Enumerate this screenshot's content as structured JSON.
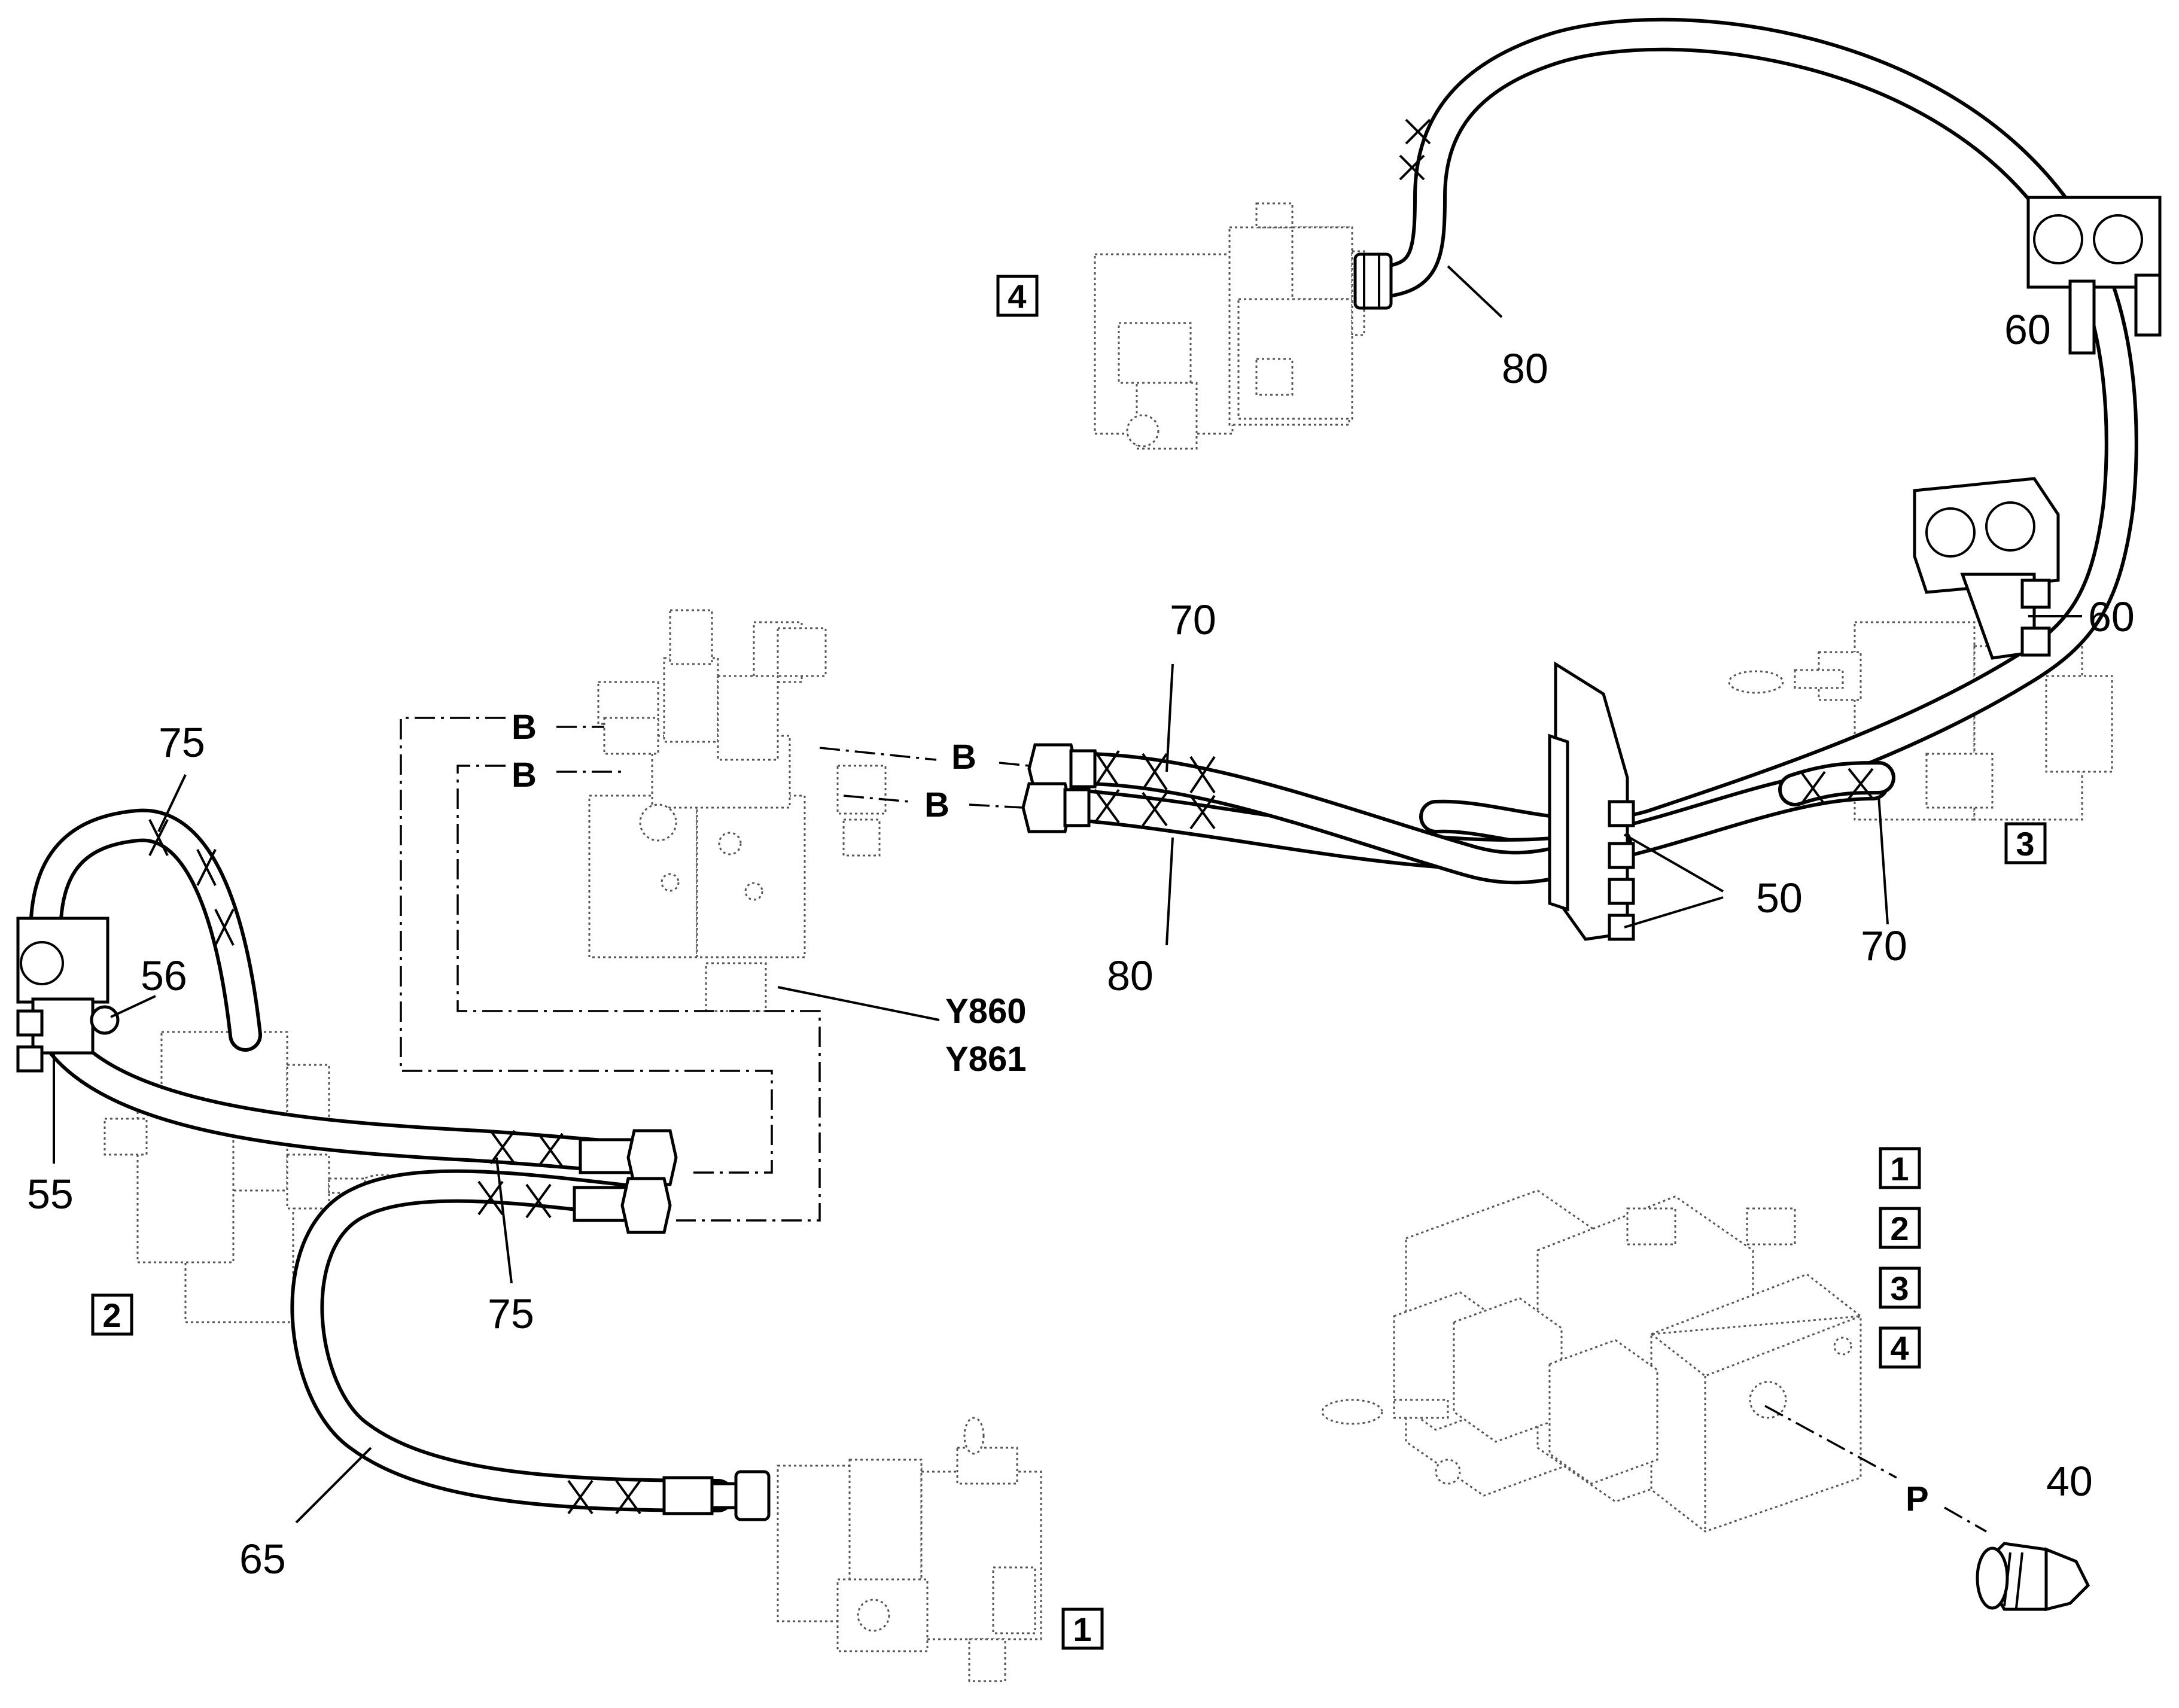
{
  "callouts": {
    "c80_top": "80",
    "c60_top": "60",
    "c70_top": "70",
    "c60_mid": "60",
    "c75_top": "75",
    "c56": "56",
    "c55": "55",
    "c50": "50",
    "c70_right": "70",
    "c80_mid": "80",
    "c75_bottom": "75",
    "c65": "65",
    "c40": "40"
  },
  "connections": {
    "b1": "B",
    "b2": "B",
    "b3": "B",
    "b4": "B",
    "port_p": "P"
  },
  "solenoids": {
    "y860": "Y860",
    "y861": "Y861"
  },
  "view_boxes": {
    "v1": "1",
    "v2": "2",
    "v3": "3",
    "v4": "4",
    "legend": [
      "1",
      "2",
      "3",
      "4"
    ]
  }
}
